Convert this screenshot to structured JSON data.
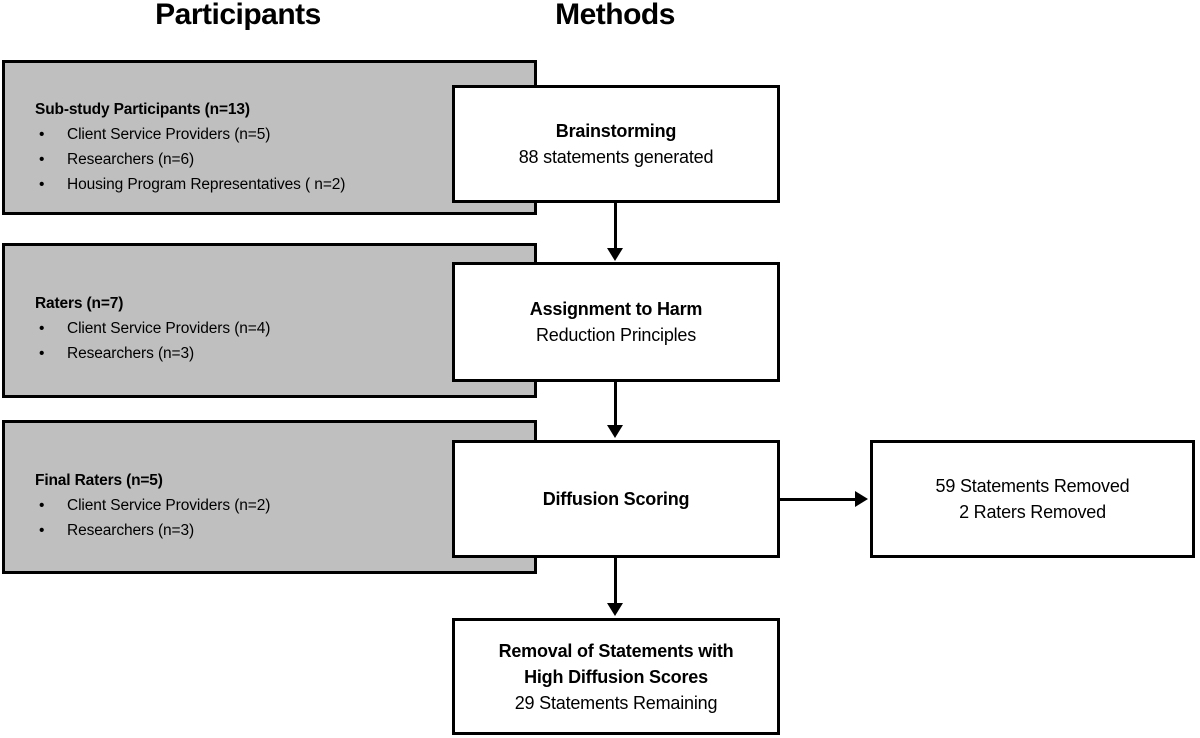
{
  "figure": {
    "columns": [
      {
        "id": "participants",
        "label": "Participants"
      },
      {
        "id": "methods",
        "label": "Methods"
      }
    ],
    "colors": {
      "participant_box_fill": "#BFBFBF",
      "method_box_fill": "#FFFFFF",
      "stroke": "#000000",
      "text": "#000000"
    },
    "participant_boxes": [
      {
        "id": "sub-study-participants",
        "heading": "Sub-study Participants (n=13)",
        "bullet": "•",
        "items": [
          "Client Service Providers (n=5)",
          "Researchers (n=6)",
          "Housing Program Representatives ( n=2)"
        ]
      },
      {
        "id": "raters",
        "heading": "Raters (n=7)",
        "bullet": "•",
        "items": [
          "Client Service Providers (n=4)",
          "Researchers (n=3)"
        ]
      },
      {
        "id": "final-raters",
        "heading": "Final Raters (n=5)",
        "bullet": "•",
        "items": [
          "Client Service Providers (n=2)",
          "Researchers (n=3)"
        ]
      }
    ],
    "method_boxes": [
      {
        "id": "brainstorming",
        "bold_lines": [
          "Brainstorming"
        ],
        "regular_lines": [
          "88 statements generated"
        ]
      },
      {
        "id": "assignment-to-harm-reduction-principles",
        "bold_lines": [
          "Assignment to Harm"
        ],
        "regular_lines": [
          "Reduction Principles"
        ]
      },
      {
        "id": "diffusion-scoring",
        "bold_lines": [
          "Diffusion Scoring"
        ],
        "regular_lines": []
      },
      {
        "id": "removal-of-statements",
        "bold_lines": [
          "Removal of Statements with",
          "High Diffusion Scores"
        ],
        "regular_lines": [
          "29 Statements Remaining"
        ]
      }
    ],
    "side_box": {
      "id": "removed",
      "bold_lines": [],
      "regular_lines": [
        "59 Statements Removed",
        "2 Raters Removed"
      ]
    }
  }
}
